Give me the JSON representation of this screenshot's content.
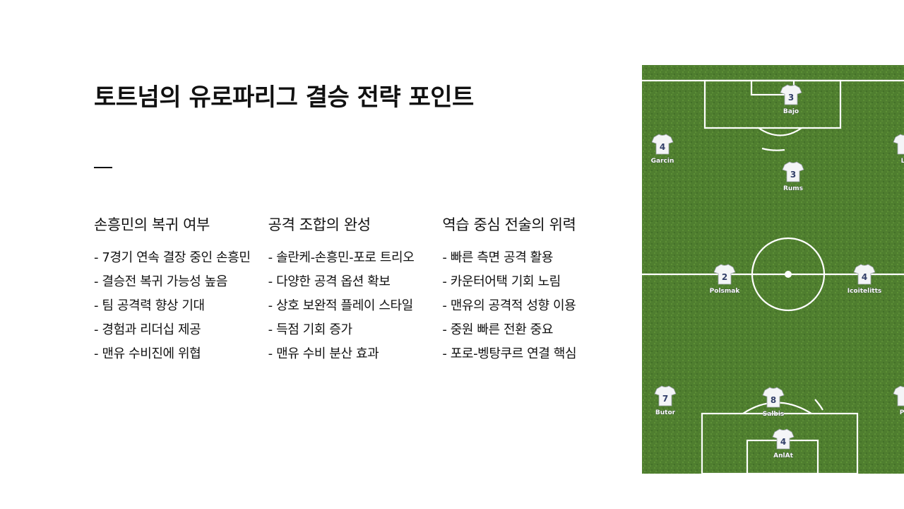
{
  "slide": {
    "title": "토트넘의 유로파리그 결승 전략 포인트"
  },
  "columns": [
    {
      "heading": "손흥민의 복귀 여부",
      "items": [
        "- 7경기 연속 결장 중인 손흥민",
        "- 결승전 복귀 가능성 높음",
        "- 팀 공격력 향상 기대",
        "- 경험과 리더십 제공",
        "- 맨유 수비진에 위협"
      ]
    },
    {
      "heading": "공격 조합의 완성",
      "items": [
        "- 솔란케-손흥민-포로 트리오",
        "- 다양한 공격 옵션 확보",
        "- 상호 보완적 플레이 스타일",
        "- 득점 기회 증가",
        "- 맨유 수비 분산 효과"
      ]
    },
    {
      "heading": "역습 중심 전술의 위력",
      "items": [
        "- 빠른 측면 공격 활용",
        "- 카운터어택 기회 노림",
        "- 맨유의 공격적 성향 이용",
        "- 중원 빠른 전환 중요",
        "- 포로-벵탕쿠르 연결 핵심"
      ]
    }
  ],
  "pitch_image": {
    "grass_color": "#4f7e2f",
    "line_color": "#ffffff",
    "players": [
      {
        "number": "3",
        "label": "Bajo"
      },
      {
        "number": "4",
        "label": "Garcin"
      },
      {
        "number": "",
        "label": "Li"
      },
      {
        "number": "3",
        "label": "Rums"
      },
      {
        "number": "2",
        "label": "Polsmak"
      },
      {
        "number": "4",
        "label": "Icoitelitts"
      },
      {
        "number": "7",
        "label": "Butor"
      },
      {
        "number": "8",
        "label": "Salbis"
      },
      {
        "number": "",
        "label": "Pa"
      },
      {
        "number": "4",
        "label": "AnlAt"
      }
    ]
  }
}
